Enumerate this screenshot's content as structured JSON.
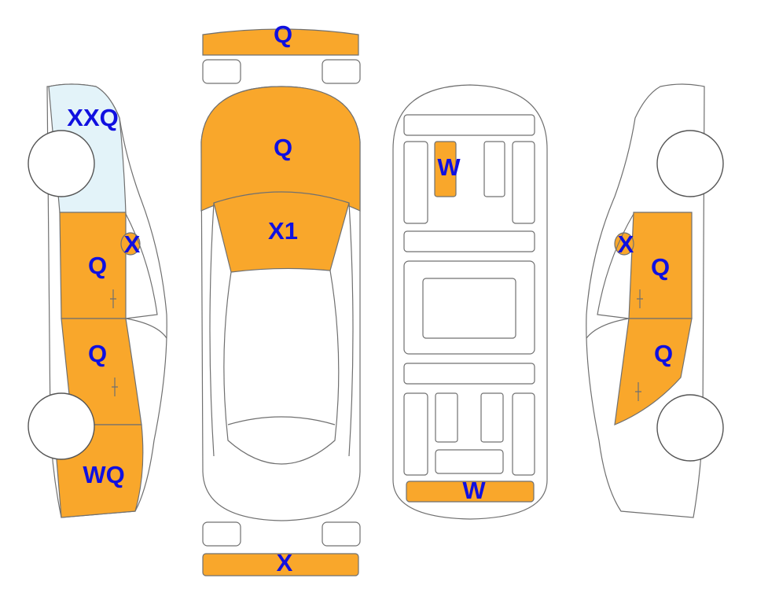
{
  "colors": {
    "damage_fill": "#F9A72B",
    "glass_fill": "#E3F3F9",
    "code_text": "#1010E0",
    "outline": "#707070"
  },
  "views": {
    "left_side": {
      "roof_glass_code": "XXQ",
      "small_mark_code": "X",
      "front_door_code": "Q",
      "rear_door_code": "Q",
      "rear_quarter_code": "WQ"
    },
    "top": {
      "front_bumper_code": "Q",
      "hood_code": "Q",
      "windshield_code": "X1",
      "rear_bumper_code": "X"
    },
    "underbody": {
      "floor_panel_code": "W",
      "rear_panel_code": "W"
    },
    "right_side": {
      "small_mark_code": "X",
      "front_door_code": "Q",
      "rear_door_code": "Q"
    }
  }
}
